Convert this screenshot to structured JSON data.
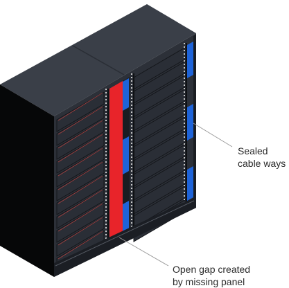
{
  "annotations": {
    "sealed": {
      "line1": "Sealed",
      "line2": "cable ways"
    },
    "gap": {
      "line1": "Open gap created",
      "line2": "by missing panel"
    }
  },
  "colors": {
    "background": "#ffffff",
    "cabinet_face": "#2c3038",
    "cabinet_top": "#3a3f48",
    "cabinet_side": "#050607",
    "server_unit": "#2a2e36",
    "server_highlight": "#a04040",
    "gap_red": "#e8242a",
    "cable_seal_blue": "#1e63d8",
    "leader_line": "#9a9a9a",
    "text": "#2a2a2a"
  }
}
